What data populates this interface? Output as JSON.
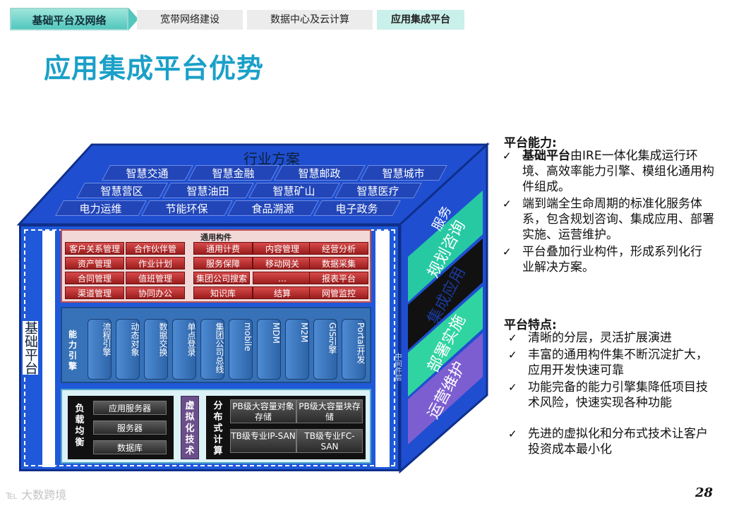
{
  "nav": {
    "first": "基础平台及网络",
    "tabs": [
      "宽带网络建设",
      "数据中心及云计算",
      "应用集成平台"
    ],
    "active_index": 2
  },
  "title": "应用集成平台优势",
  "diagram": {
    "industry_title": "行业方案",
    "industry_rows": [
      [
        "智慧交通",
        "智慧金融",
        "智慧邮政",
        "智慧城市"
      ],
      [
        "智慧营区",
        "智慧油田",
        "智慧矿山",
        "智慧医疗"
      ],
      [
        "电力运维",
        "节能环保",
        "食品溯源",
        "电子政务"
      ]
    ],
    "base_label": "基础平台",
    "middle_label": "中间件层",
    "general": {
      "title": "通用构件",
      "rows": [
        [
          "客户关系管理",
          "合作伙伴管",
          "通用计费",
          "内容管理",
          "经营分析"
        ],
        [
          "资产管理",
          "作业计划",
          "服务保障",
          "移动网关",
          "数据采集"
        ],
        [
          "合同管理",
          "值班管理",
          "集团公司搜索",
          "…",
          "报表平台"
        ],
        [
          "渠道管理",
          "协同办公",
          "知识库",
          "结算",
          "网管监控"
        ]
      ]
    },
    "capability": {
      "label": "能力引擎",
      "items": [
        "流程引擎",
        "动态对象",
        "数据交换",
        "单点登录",
        "集团公司总线",
        "mobile",
        "MDM",
        "M2M",
        "GIS引擎",
        "Portal开发"
      ]
    },
    "infra": {
      "lb_label": "负载均衡",
      "lb_items": [
        "应用服务器",
        "服务器",
        "数据库"
      ],
      "virt_label": "虚拟化技术",
      "dist_label": "分布式计算",
      "dist_items": [
        "PB级大容量对象存储",
        "PB级大容量块存储",
        "TB级专业IP-SAN",
        "TB级专业FC-SAN"
      ]
    },
    "services": {
      "title": "服务",
      "items": [
        "规划咨询",
        "集成应用",
        "部署实施",
        "运营维护"
      ],
      "colors": [
        "#27c9a3",
        "#111111",
        "#30d4a0",
        "#7d5ed1"
      ]
    }
  },
  "capabilities": {
    "heading": "平台能力:",
    "items": [
      {
        "bold": "基础平台",
        "text": "由IRE一体化集成运行环境、高效率能力引擎、模组化通用构件组成。"
      },
      {
        "bold": "",
        "text": "端到端全生命周期的标准化服务体系，包含规划咨询、集成应用、部署实施、运营维护。"
      },
      {
        "bold": "",
        "text": "平台叠加行业构件，形成系列化行业解决方案。"
      }
    ]
  },
  "features": {
    "heading": "平台特点:",
    "items": [
      "清晰的分层，灵活扩展演进",
      "丰富的通用构件集不断沉淀扩大，应用开发快速可靠",
      "功能完备的能力引擎集降低项目技术风险，快速实现各种功能",
      "先进的虚拟化和分布式技术让客户投资成本最小化"
    ]
  },
  "check_mark": "✓",
  "page_number": "28",
  "watermark": "大数跨境"
}
